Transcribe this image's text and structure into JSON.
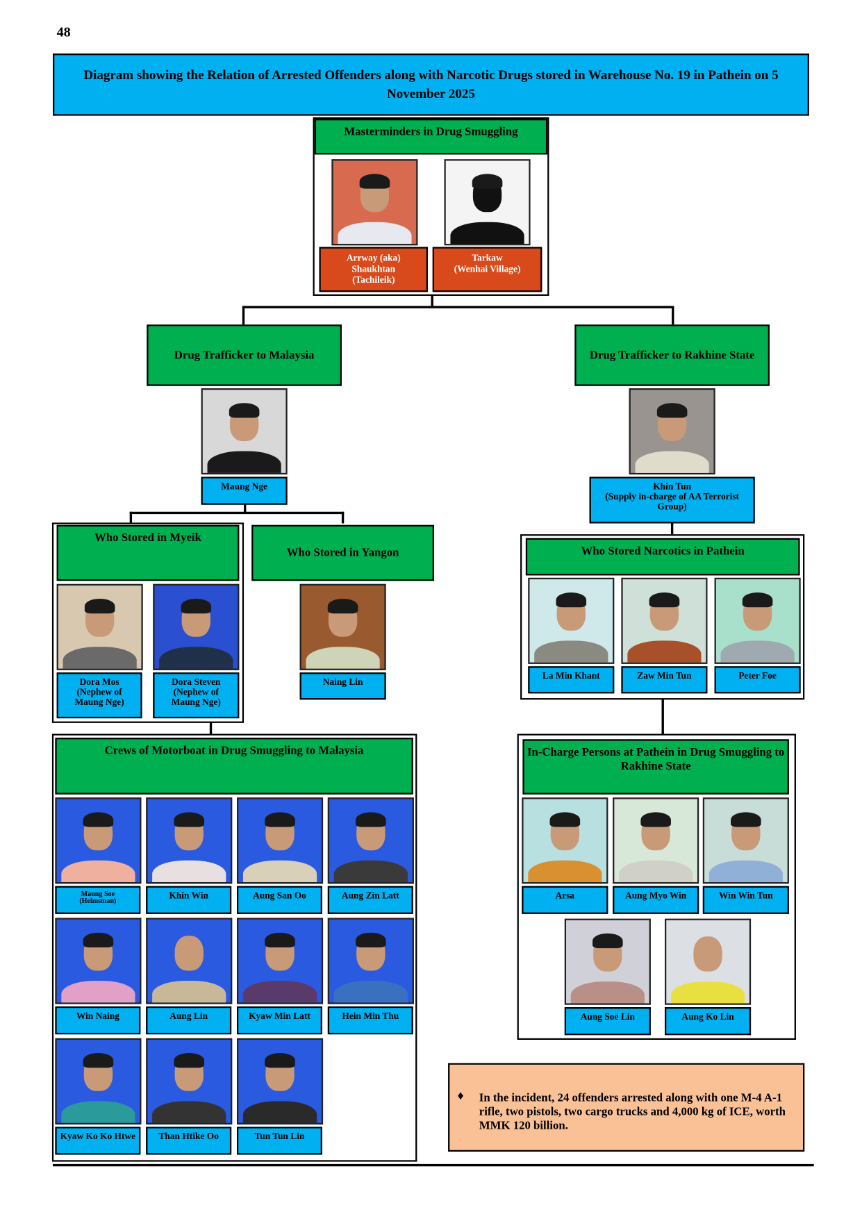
{
  "page_number": "48",
  "title": "Diagram showing the Relation of Arrested Offenders along with Narcotic Drugs stored in Warehouse No. 19 in Pathein on 5 November 2025",
  "masterminds": {
    "header": "Masterminders in Drug Smuggling",
    "people": [
      "Arrway (aka)\nShaukhtan\n(Tachileik)",
      "Tarkaw\n(Wenhai Village)"
    ]
  },
  "malaysia_trafficker": {
    "header": "Drug Trafficker to Malaysia",
    "name": "Maung Nge"
  },
  "rakhine_trafficker": {
    "header": "Drug Trafficker to Rakhine State",
    "name": "Khin Tun\n(Supply in-charge of AA Terrorist Group)"
  },
  "myeik": {
    "header": "Who Stored in Myeik",
    "people": [
      "Dora Mos\n(Nephew of\nMaung Nge)",
      "Dora Steven\n(Nephew of\nMaung Nge)"
    ]
  },
  "yangon": {
    "header": "Who Stored in Yangon",
    "people": [
      "Naing Lin"
    ]
  },
  "pathein": {
    "header": "Who Stored Narcotics in Pathein",
    "people": [
      "La Min Khant",
      "Zaw Min Tun",
      "Peter Foe"
    ]
  },
  "crews": {
    "header": "Crews of Motorboat in Drug Smuggling to Malaysia",
    "people": [
      "Maung Soe\n(Helmsman)",
      "Khin Win",
      "Aung San Oo",
      "Aung Zin Latt",
      "Win Naing",
      "Aung Lin",
      "Kyaw Min Latt",
      "Hein Min Thu",
      "Kyaw Ko Ko Htwe",
      "Than Htike Oo",
      "Tun Tun Lin"
    ]
  },
  "incharge": {
    "header": "In-Charge Persons at Pathein in Drug Smuggling to Rakhine State",
    "people": [
      "Arsa",
      "Aung Myo Win",
      "Win Win Tun",
      "Aung Soe Lin",
      "Aung Ko Lin"
    ]
  },
  "note": {
    "bullet": "♦",
    "text": "In the incident, 24 offenders arrested along with one M-4 A-1 rifle, two pistols, two cargo trucks and 4,000 kg of ICE, worth MMK 120 billion."
  },
  "colors": {
    "title_bg": "#00b0f0",
    "header_green": "#00b050",
    "mastermind_orange": "#d84a1b",
    "label_blue": "#00b0f0",
    "note_bg": "#fbc196"
  }
}
